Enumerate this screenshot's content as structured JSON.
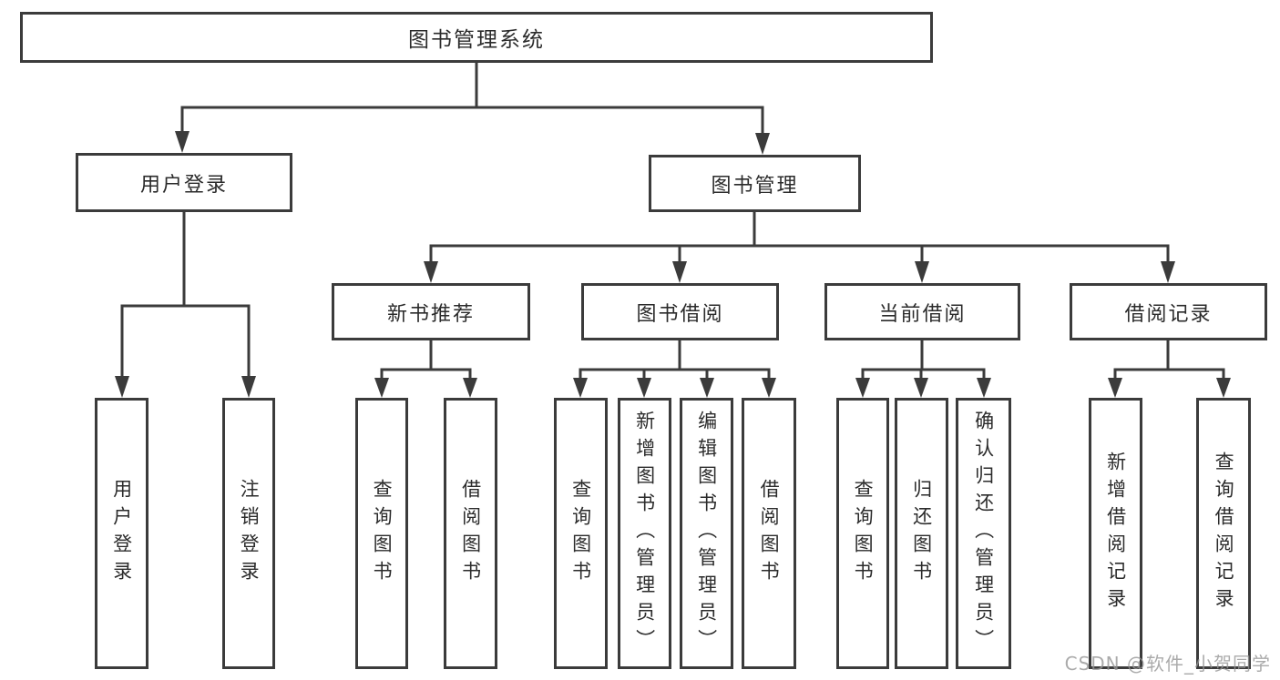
{
  "diagram_title": "图书管理系统",
  "nodes": {
    "root": {
      "label": "图书管理系统"
    },
    "user_login": {
      "label": "用户登录"
    },
    "book_management": {
      "label": "图书管理"
    },
    "new_book_recommend": {
      "label": "新书推荐"
    },
    "book_borrow": {
      "label": "图书借阅"
    },
    "current_borrow": {
      "label": "当前借阅"
    },
    "borrow_records": {
      "label": "借阅记录"
    },
    "leaf_user_login": {
      "label": "用户登录"
    },
    "leaf_logout": {
      "label": "注销登录"
    },
    "leaf_recommend_query": {
      "label": "查询图书"
    },
    "leaf_recommend_borrow": {
      "label": "借阅图书"
    },
    "leaf_borrow_query": {
      "label": "查询图书"
    },
    "leaf_borrow_add": {
      "label": "新增图书（管理员）"
    },
    "leaf_borrow_edit": {
      "label": "编辑图书（管理员）"
    },
    "leaf_borrow_borrow": {
      "label": "借阅图书"
    },
    "leaf_current_query": {
      "label": "查询图书"
    },
    "leaf_current_return": {
      "label": "归还图书"
    },
    "leaf_current_confirm": {
      "label": "确认归还（管理员）"
    },
    "leaf_records_add": {
      "label": "新增借阅记录"
    },
    "leaf_records_query": {
      "label": "查询借阅记录"
    }
  },
  "watermark": "CSDN @软件_小贺同学",
  "colors": {
    "line": "#3b3b3b",
    "text": "#2b2b2b",
    "background": "#ffffff",
    "watermark": "#969696"
  }
}
